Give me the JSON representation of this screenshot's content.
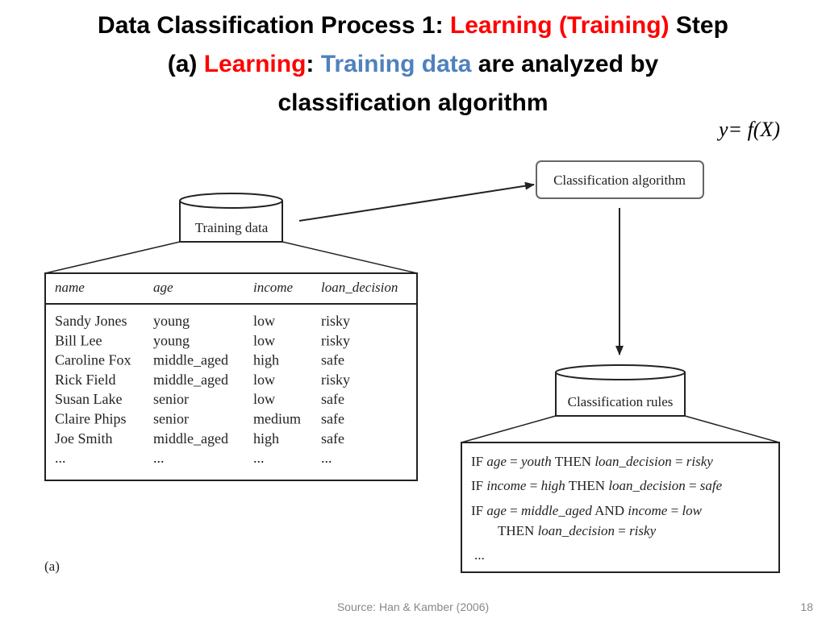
{
  "title": {
    "line1": {
      "a": "Data Classification Process 1: ",
      "b": "Learning (Training)",
      "c": " Step"
    },
    "line2": {
      "a": "(a) ",
      "b": "Learning",
      "c": ": ",
      "d": "Training data",
      "e": " are analyzed by"
    },
    "line3": "classification algorithm"
  },
  "formula": "y= f(X)",
  "training_db": {
    "label": "Training data"
  },
  "algorithm_box": {
    "label": "Classification algorithm"
  },
  "rules_db": {
    "label": "Classification rules"
  },
  "training_table": {
    "headers": [
      "name",
      "age",
      "income",
      "loan_decision"
    ],
    "rows": [
      [
        "Sandy Jones",
        "young",
        "low",
        "risky"
      ],
      [
        "Bill Lee",
        "young",
        "low",
        "risky"
      ],
      [
        "Caroline Fox",
        "middle_aged",
        "high",
        "safe"
      ],
      [
        "Rick Field",
        "middle_aged",
        "low",
        "risky"
      ],
      [
        "Susan Lake",
        "senior",
        "low",
        "safe"
      ],
      [
        "Claire Phips",
        "senior",
        "medium",
        "safe"
      ],
      [
        "Joe Smith",
        "middle_aged",
        "high",
        "safe"
      ],
      [
        "...",
        "...",
        "...",
        "..."
      ]
    ]
  },
  "rules": [
    [
      [
        "n",
        "IF "
      ],
      [
        "i",
        "age"
      ],
      [
        "n",
        " = "
      ],
      [
        "i",
        "youth"
      ],
      [
        "n",
        " THEN "
      ],
      [
        "i",
        "loan_decision"
      ],
      [
        "n",
        " = "
      ],
      [
        "i",
        "risky"
      ]
    ],
    [
      [
        "n",
        "IF "
      ],
      [
        "i",
        "income"
      ],
      [
        "n",
        " = "
      ],
      [
        "i",
        "high"
      ],
      [
        "n",
        " THEN "
      ],
      [
        "i",
        "loan_decision"
      ],
      [
        "n",
        " = "
      ],
      [
        "i",
        "safe"
      ]
    ],
    [
      [
        "n",
        "IF "
      ],
      [
        "i",
        "age"
      ],
      [
        "n",
        " = "
      ],
      [
        "i",
        "middle_aged"
      ],
      [
        "n",
        " AND "
      ],
      [
        "i",
        "income"
      ],
      [
        "n",
        " = "
      ],
      [
        "i",
        "low"
      ]
    ],
    [
      [
        "n",
        "THEN "
      ],
      [
        "i",
        "loan_decision"
      ],
      [
        "n",
        " = "
      ],
      [
        "i",
        "risky"
      ]
    ],
    [
      [
        "n",
        "..."
      ]
    ]
  ],
  "figure_label": "(a)",
  "footer": {
    "source": "Source: Han & Kamber (2006)",
    "page_number": "18"
  }
}
